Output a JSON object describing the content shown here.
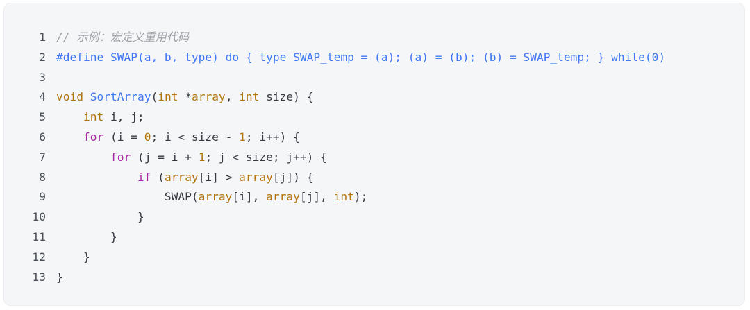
{
  "colors": {
    "background": "#ffffff",
    "card": "#f5f6f8",
    "plain": "#383a42",
    "keyword": "#a626a4",
    "type": "#b2750b",
    "function": "#4078f2",
    "comment": "#a0a1a7",
    "line_number": "#4a4f57"
  },
  "code": {
    "lines": [
      {
        "number": "1",
        "tokens": [
          {
            "text": "// 示例：宏定义重用代码",
            "kind": "cm"
          }
        ]
      },
      {
        "number": "2",
        "tokens": [
          {
            "text": "#define SWAP(a, b, type) do { type SWAP_temp = (a); (a) = (b); (b) = SWAP_temp; } while(0)",
            "kind": "mc"
          }
        ]
      },
      {
        "number": "3",
        "tokens": []
      },
      {
        "number": "4",
        "tokens": [
          {
            "text": "void",
            "kind": "ty"
          },
          {
            "text": " ",
            "kind": "pl"
          },
          {
            "text": "SortArray",
            "kind": "fn"
          },
          {
            "text": "(",
            "kind": "pl"
          },
          {
            "text": "int",
            "kind": "ty"
          },
          {
            "text": " *",
            "kind": "pl"
          },
          {
            "text": "array",
            "kind": "ty"
          },
          {
            "text": ", ",
            "kind": "pl"
          },
          {
            "text": "int",
            "kind": "ty"
          },
          {
            "text": " size) {",
            "kind": "pl"
          }
        ]
      },
      {
        "number": "5",
        "tokens": [
          {
            "text": "    ",
            "kind": "pl"
          },
          {
            "text": "int",
            "kind": "ty"
          },
          {
            "text": " i, j;",
            "kind": "pl"
          }
        ]
      },
      {
        "number": "6",
        "tokens": [
          {
            "text": "    ",
            "kind": "pl"
          },
          {
            "text": "for",
            "kind": "kw"
          },
          {
            "text": " (i = ",
            "kind": "pl"
          },
          {
            "text": "0",
            "kind": "num"
          },
          {
            "text": "; i < size - ",
            "kind": "pl"
          },
          {
            "text": "1",
            "kind": "num"
          },
          {
            "text": "; i++) {",
            "kind": "pl"
          }
        ]
      },
      {
        "number": "7",
        "tokens": [
          {
            "text": "        ",
            "kind": "pl"
          },
          {
            "text": "for",
            "kind": "kw"
          },
          {
            "text": " (j = i + ",
            "kind": "pl"
          },
          {
            "text": "1",
            "kind": "num"
          },
          {
            "text": "; j < size; j++) {",
            "kind": "pl"
          }
        ]
      },
      {
        "number": "8",
        "tokens": [
          {
            "text": "            ",
            "kind": "pl"
          },
          {
            "text": "if",
            "kind": "kw"
          },
          {
            "text": " (",
            "kind": "pl"
          },
          {
            "text": "array",
            "kind": "ty"
          },
          {
            "text": "[i] > ",
            "kind": "pl"
          },
          {
            "text": "array",
            "kind": "ty"
          },
          {
            "text": "[j]) {",
            "kind": "pl"
          }
        ]
      },
      {
        "number": "9",
        "tokens": [
          {
            "text": "                SWAP(",
            "kind": "pl"
          },
          {
            "text": "array",
            "kind": "ty"
          },
          {
            "text": "[i], ",
            "kind": "pl"
          },
          {
            "text": "array",
            "kind": "ty"
          },
          {
            "text": "[j], ",
            "kind": "pl"
          },
          {
            "text": "int",
            "kind": "ty"
          },
          {
            "text": ");",
            "kind": "pl"
          }
        ]
      },
      {
        "number": "10",
        "tokens": [
          {
            "text": "            }",
            "kind": "pl"
          }
        ]
      },
      {
        "number": "11",
        "tokens": [
          {
            "text": "        }",
            "kind": "pl"
          }
        ]
      },
      {
        "number": "12",
        "tokens": [
          {
            "text": "    }",
            "kind": "pl"
          }
        ]
      },
      {
        "number": "13",
        "tokens": [
          {
            "text": "}",
            "kind": "pl"
          }
        ]
      }
    ]
  }
}
